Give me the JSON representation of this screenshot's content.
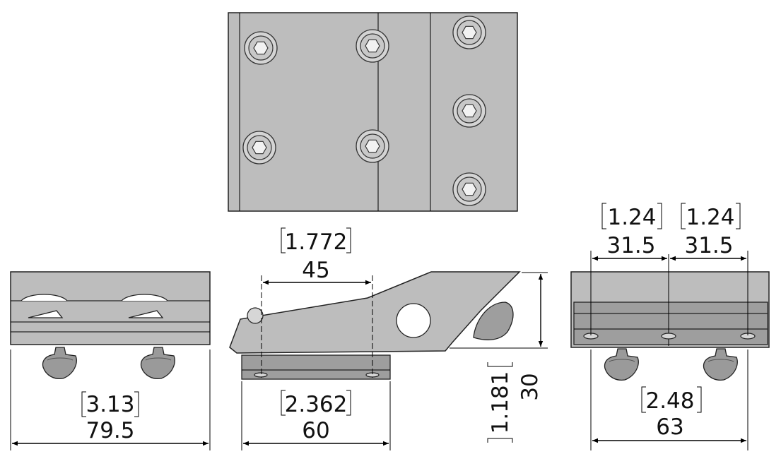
{
  "dimensions": {
    "side_width_in": "3.13",
    "side_width_mm": "79.5",
    "front_top_in": "1.772",
    "front_top_mm": "45",
    "front_base_in": "2.362",
    "front_base_mm": "60",
    "front_height_in": "1.181",
    "front_height_mm": "30",
    "right_half_left_in": "1.24",
    "right_half_left_mm": "31.5",
    "right_half_right_in": "1.24",
    "right_half_right_mm": "31.5",
    "right_width_in": "2.48",
    "right_width_mm": "63"
  },
  "colors": {
    "part_fill": "#bdbdbd",
    "part_dark": "#9e9e9e",
    "part_light": "#d6d6d6",
    "line": "#000000"
  },
  "icons": {
    "socket_screw": "hex-socket-screw-icon",
    "t_nut": "t-nut-icon"
  }
}
